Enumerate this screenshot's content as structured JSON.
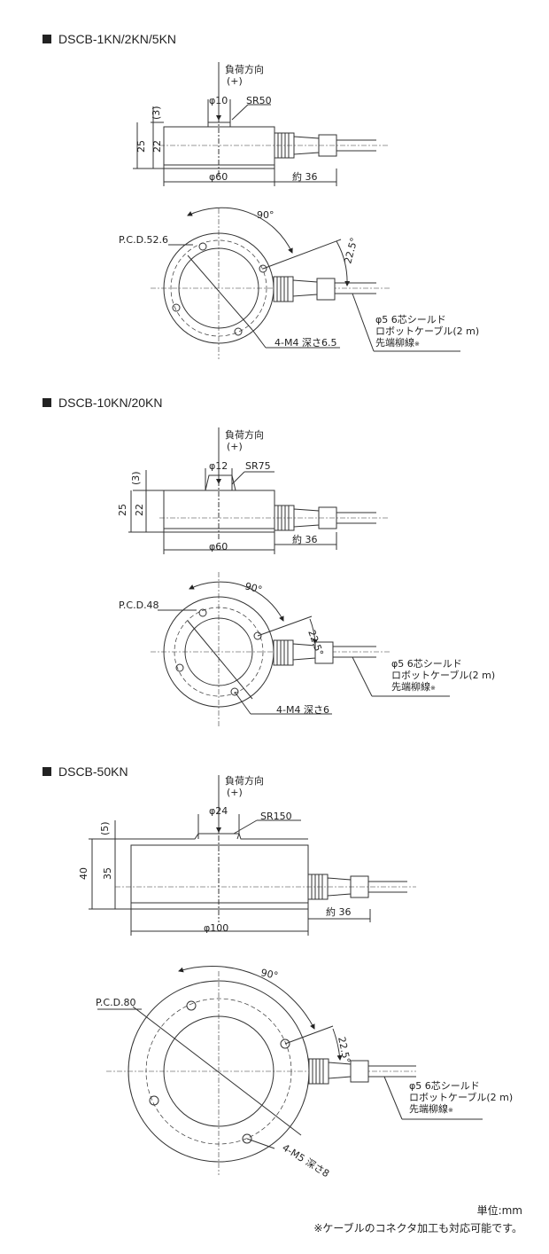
{
  "sections": [
    {
      "title": "DSCB-1KN/2KN/5KN",
      "load_direction": "負荷方向",
      "load_sign": "(+)",
      "button_dia": "φ10",
      "button_radius": "SR50",
      "dim_button_height": "(3)",
      "dim_total_height": "25",
      "dim_body_height": "22",
      "dim_body_dia": "φ60",
      "dim_connector": "約 36",
      "pcd": "P.C.D.52.6",
      "angle_90": "90°",
      "angle_22": "22.5°",
      "cable_line1": "φ5  6芯シールド",
      "cable_line2": "ロボットケーブル(2 m)",
      "cable_line3": "先端柳線",
      "cable_note": "※",
      "holes": "4-M4 深さ6.5"
    },
    {
      "title": "DSCB-10KN/20KN",
      "load_direction": "負荷方向",
      "load_sign": "(+)",
      "button_dia": "φ12",
      "button_radius": "SR75",
      "dim_button_height": "(3)",
      "dim_total_height": "25",
      "dim_body_height": "22",
      "dim_body_dia": "φ60",
      "dim_connector": "約 36",
      "pcd": "P.C.D.48",
      "angle_90": "90°",
      "angle_22": "22.5°",
      "cable_line1": "φ5  6芯シールド",
      "cable_line2": "ロボットケーブル(2 m)",
      "cable_line3": "先端柳線",
      "cable_note": "※",
      "holes": "4-M4 深さ6"
    },
    {
      "title": "DSCB-50KN",
      "load_direction": "負荷方向",
      "load_sign": "(+)",
      "button_dia": "φ24",
      "button_radius": "SR150",
      "dim_button_height": "(5)",
      "dim_total_height": "40",
      "dim_body_height": "35",
      "dim_body_dia": "φ100",
      "dim_connector": "約 36",
      "pcd": "P.C.D.80",
      "angle_90": "90°",
      "angle_22": "22.5°",
      "cable_line1": "φ5  6芯シールド",
      "cable_line2": "ロボットケーブル(2 m)",
      "cable_line3": "先端柳線",
      "cable_note": "※",
      "holes": "4-M5 深さ8"
    }
  ],
  "footer": {
    "unit": "単位:mm",
    "note": "※ケーブルのコネクタ加工も対応可能です。"
  }
}
